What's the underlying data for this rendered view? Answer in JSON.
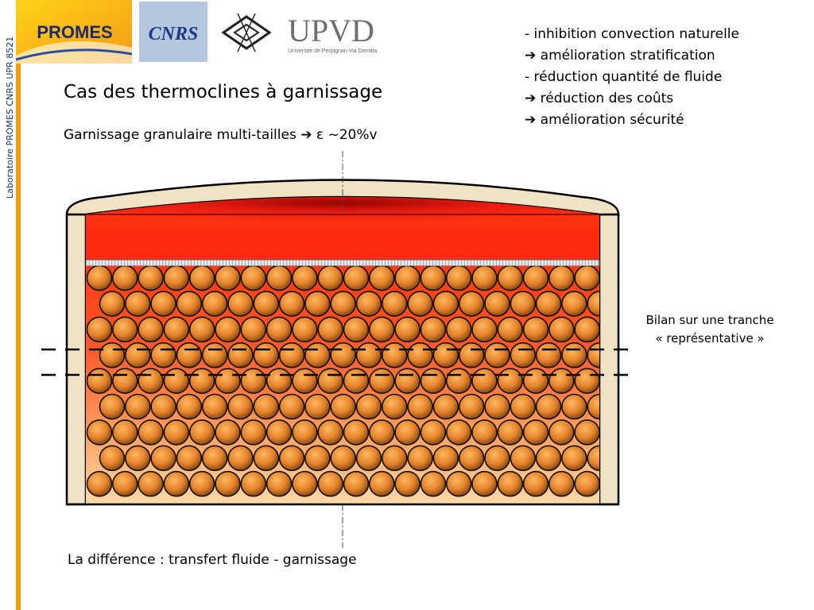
{
  "sidebar": {
    "vertical_label": "Laboratoire PROMES CNRS UPR 8521"
  },
  "logos": {
    "promes_text": "PROMES",
    "cnrs_text": "CNRS",
    "upvd_text": "UPVD",
    "upvd_subtitle": "Université de Perpignan Via Domitia"
  },
  "slide": {
    "title": "Cas des thermoclines à garnissage",
    "subtitle_main": "Garnissage granulaire multi-tailles",
    "subtitle_symbol": "ε",
    "subtitle_value": "~20%v",
    "bullets": [
      {
        "arrow": false,
        "text": "- inhibition convection naturelle"
      },
      {
        "arrow": true,
        "text": "amélioration stratification"
      },
      {
        "arrow": false,
        "text": "- réduction quantité de fluide"
      },
      {
        "arrow": true,
        "text": "réduction des coûts"
      },
      {
        "arrow": true,
        "text": "amélioration sécurité"
      }
    ],
    "tranche_line1": "Bilan sur une tranche",
    "tranche_line2": "« représentative »",
    "bottom_text": "La différence : transfert fluide - garnissage"
  },
  "colors": {
    "accent_orange": "#f39c12",
    "fluid_red": "#ff2a10",
    "insulation": "#efe3c4",
    "particle": "#e58a2a"
  },
  "icons": {
    "arrow": "arrow-right-icon"
  }
}
